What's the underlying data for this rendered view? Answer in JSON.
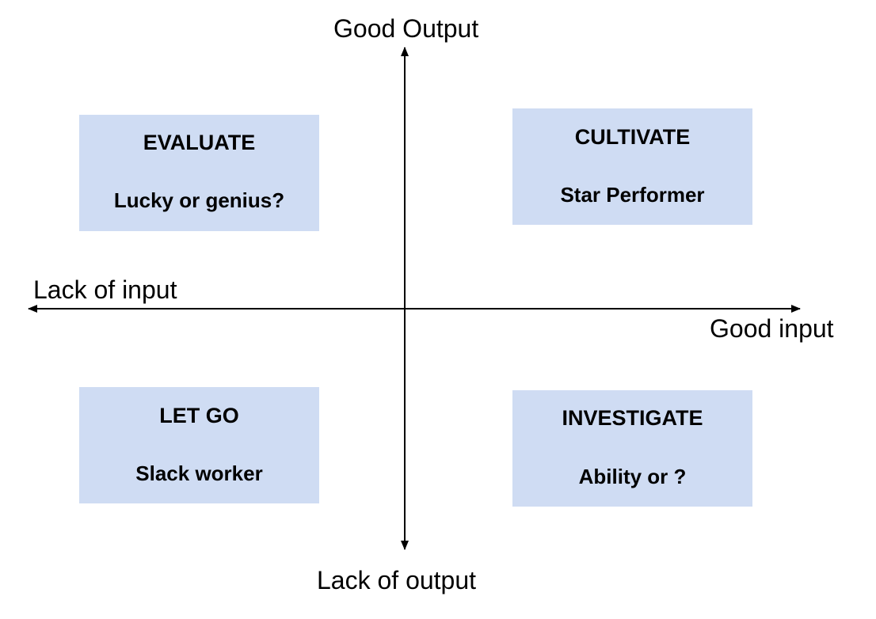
{
  "axes": {
    "top_label": "Good Output",
    "bottom_label": "Lack of output",
    "left_label": "Lack of input",
    "right_label": "Good input"
  },
  "quadrants": {
    "top_left": {
      "title": "EVALUATE",
      "subtitle": "Lucky or genius?"
    },
    "top_right": {
      "title": "CULTIVATE",
      "subtitle": "Star Performer"
    },
    "bottom_left": {
      "title": "LET GO",
      "subtitle": "Slack worker"
    },
    "bottom_right": {
      "title": "INVESTIGATE",
      "subtitle": "Ability or ?"
    }
  },
  "colors": {
    "box_fill": "#cfdcf3",
    "axis": "#000000"
  }
}
